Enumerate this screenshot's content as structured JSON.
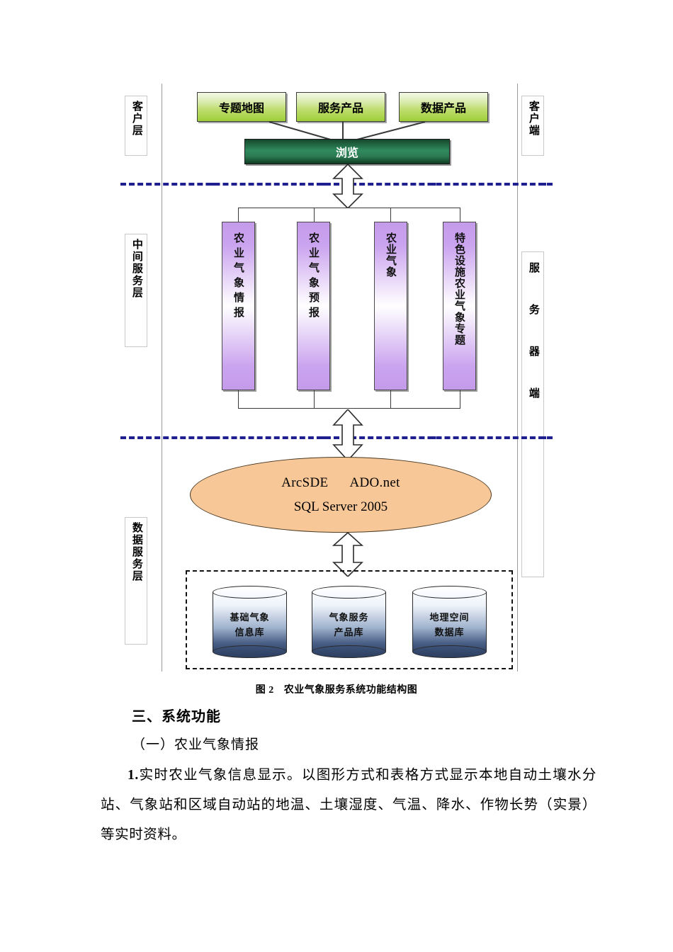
{
  "figure": {
    "caption_prefix": "图 2",
    "caption_text": "农业气象服务系统功能结构图"
  },
  "left_layers": [
    {
      "label": "客户层"
    },
    {
      "label": "中间服务层"
    },
    {
      "label": "数据服务层"
    }
  ],
  "right_layers": [
    {
      "label": "客户端"
    },
    {
      "label": "服务器端"
    }
  ],
  "client_layer": {
    "products": [
      {
        "label": "专题地图"
      },
      {
        "label": "服务产品"
      },
      {
        "label": "数据产品"
      }
    ],
    "browse": {
      "label": "浏览"
    }
  },
  "middle_layer": {
    "modules": [
      {
        "label": "农业气象情报"
      },
      {
        "label": "农业气象预报"
      },
      {
        "label": "农业气象"
      },
      {
        "label": "特色设施农业气象专题"
      }
    ]
  },
  "data_layer": {
    "middleware": {
      "line1_left": "ArcSDE",
      "line1_right": "ADO.net",
      "line2": "SQL Server 2005"
    },
    "databases": [
      {
        "line1": "基础气象",
        "line2": "信息库"
      },
      {
        "line1": "气象服务",
        "line2": "产品库"
      },
      {
        "line1": "地理空间",
        "line2": "数据库"
      }
    ]
  },
  "body": {
    "heading": "三、系统功能",
    "subheading": "（一）农业气象情报",
    "paragraph_number": "1.",
    "paragraph": "实时农业气象信息显示。以图形方式和表格方式显示本地自动土壤水分站、气象站和区域自动站的地温、土壤湿度、气温、降水、作物长势（实景）等实时资料。"
  },
  "colors": {
    "green_light": "#bcdc6a",
    "green_dark": "#2f8a5c",
    "purple": "#cba4ef",
    "orange": "#f7c798",
    "divider_blue": "#1f1f8f",
    "db_blue": "#35486c"
  }
}
